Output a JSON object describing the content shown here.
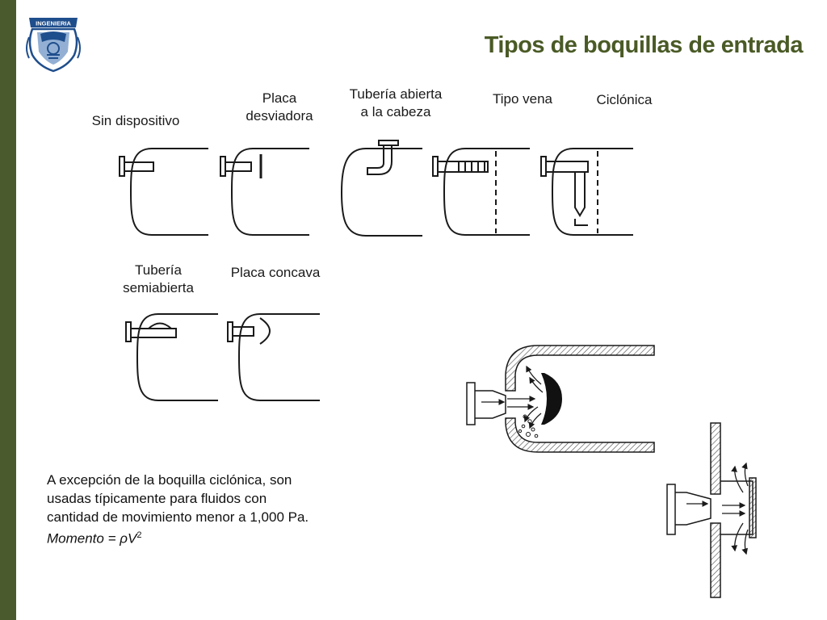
{
  "slide": {
    "title": "Tipos de boquillas de entrada",
    "logo": {
      "text": "INGENIERIA",
      "icon": "unam-engineering-crest-icon"
    }
  },
  "nozzles": {
    "sin_dispositivo": "Sin dispositivo",
    "placa_desviadora": [
      "Placa",
      "desviadora"
    ],
    "tuberia_abierta": [
      "Tubería abierta",
      "a la cabeza"
    ],
    "tipo_vena": "Tipo vena",
    "ciclonica": "Ciclónica",
    "tuberia_semiabierta": [
      "Tubería",
      "semiabierta"
    ],
    "placa_concava": "Placa concava"
  },
  "note": {
    "text": "A excepción de la boquilla ciclónica, son usadas típicamente para fluidos con cantidad de movimiento menor a 1,000 Pa.",
    "formula_label": "Momento",
    "formula_eq": " = ρV",
    "formula_exp": "2"
  }
}
